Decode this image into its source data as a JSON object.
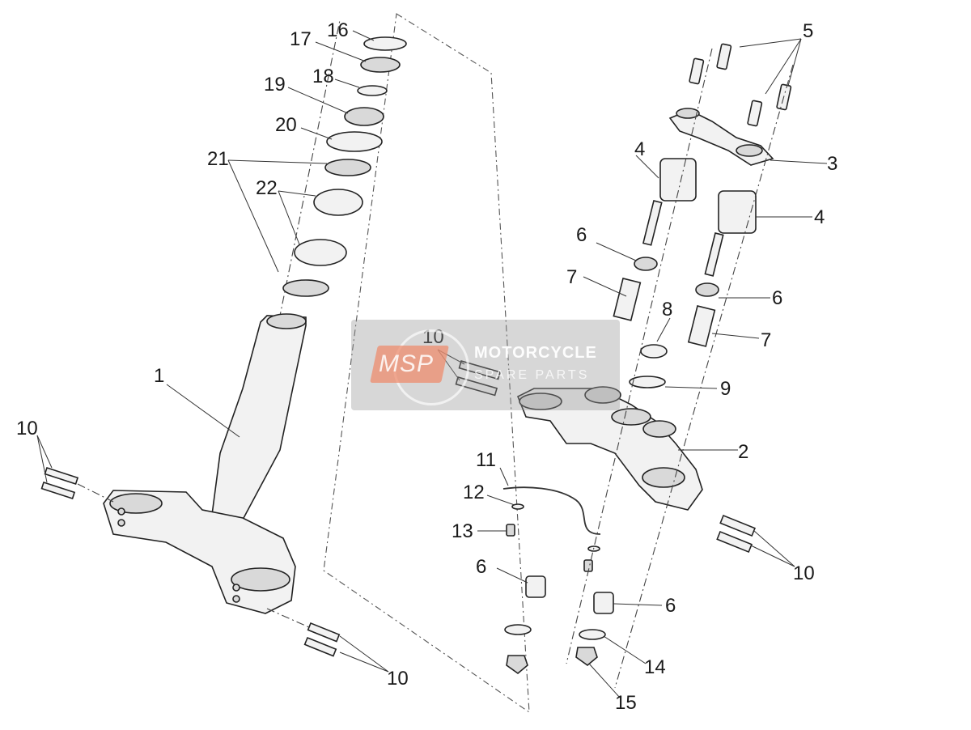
{
  "watermark": {
    "badge": "MSP",
    "title": "MOTORCYCLE",
    "subtitle": "SPARE PARTS"
  },
  "callouts": {
    "c1": "1",
    "c2": "2",
    "c3": "3",
    "c4a": "4",
    "c4b": "4",
    "c5": "5",
    "c6a": "6",
    "c6b": "6",
    "c6c": "6",
    "c6d": "6",
    "c7a": "7",
    "c7b": "7",
    "c8": "8",
    "c9": "9",
    "c10a": "10",
    "c10b": "10",
    "c10c": "10",
    "c10d": "10",
    "c11": "11",
    "c12": "12",
    "c13": "13",
    "c14": "14",
    "c15": "15",
    "c16": "16",
    "c17": "17",
    "c18": "18",
    "c19": "19",
    "c20": "20",
    "c21": "21",
    "c22": "22"
  }
}
